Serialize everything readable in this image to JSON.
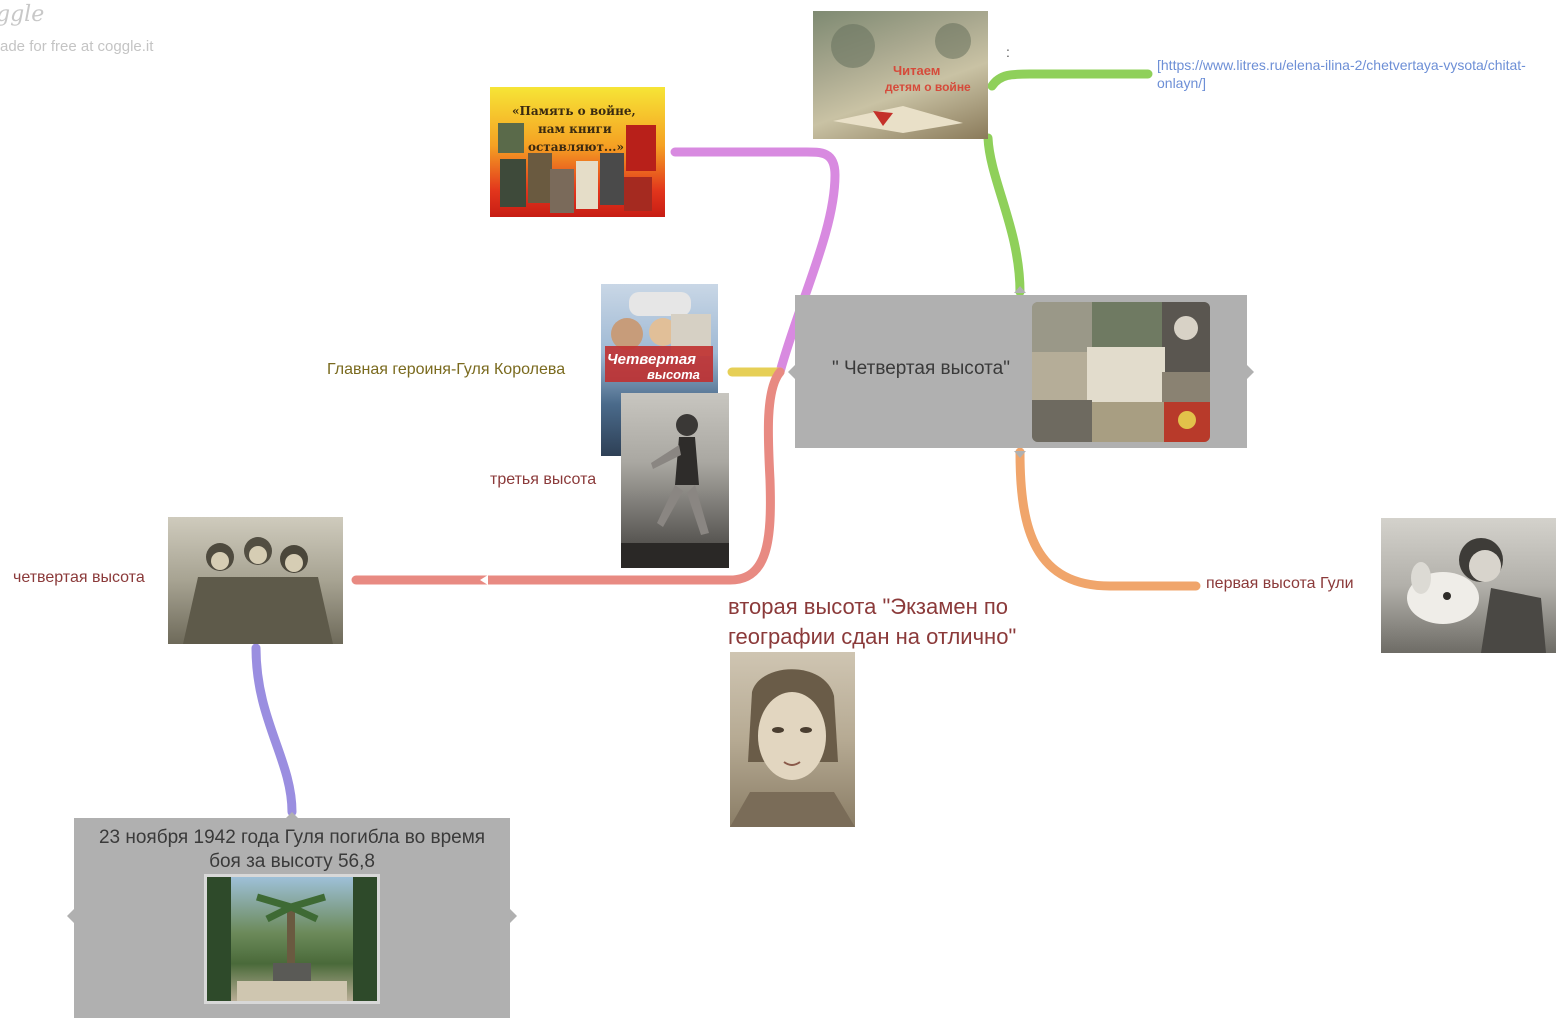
{
  "watermark": {
    "logo": "ggle",
    "text": "ade for free at coggle.it"
  },
  "central": {
    "title": "\" Четвертая высота\""
  },
  "link": {
    "text": "[https://www.litres.ru/elena-ilina-2/chetvertaya-vysota/chitat-onlayn/]",
    "colon": ":"
  },
  "book_poster": {
    "line1": "«Память о войне,",
    "line2": "нам книги",
    "line3": "оставляют...»"
  },
  "reading_poster": {
    "line1": "Читаем",
    "line2": "детям о войне"
  },
  "book_cover": {
    "title_line1": "Четвертая",
    "title_line2": "высота"
  },
  "labels": {
    "heroine": "Главная героиня-Гуля Королева",
    "third": "третья высота",
    "fourth": "четвертая высота",
    "first": "первая высота Гули",
    "second": "вторая высота \"Экзамен по географии сдан на отлично\""
  },
  "death_node": {
    "text": "23 ноября 1942 года Гуля погибла во время боя за высоту 56,8"
  },
  "colors": {
    "node_bg": "#b0b0b0",
    "pink": "#d88ae0",
    "green": "#8fd05a",
    "yellow": "#e6cf56",
    "salmon": "#e88a82",
    "orange": "#f0a56b",
    "purple": "#9a8ee0",
    "label_brown": "#8b3a3a",
    "label_olive": "#7a6a1e",
    "link_blue": "#6d8fd6"
  }
}
